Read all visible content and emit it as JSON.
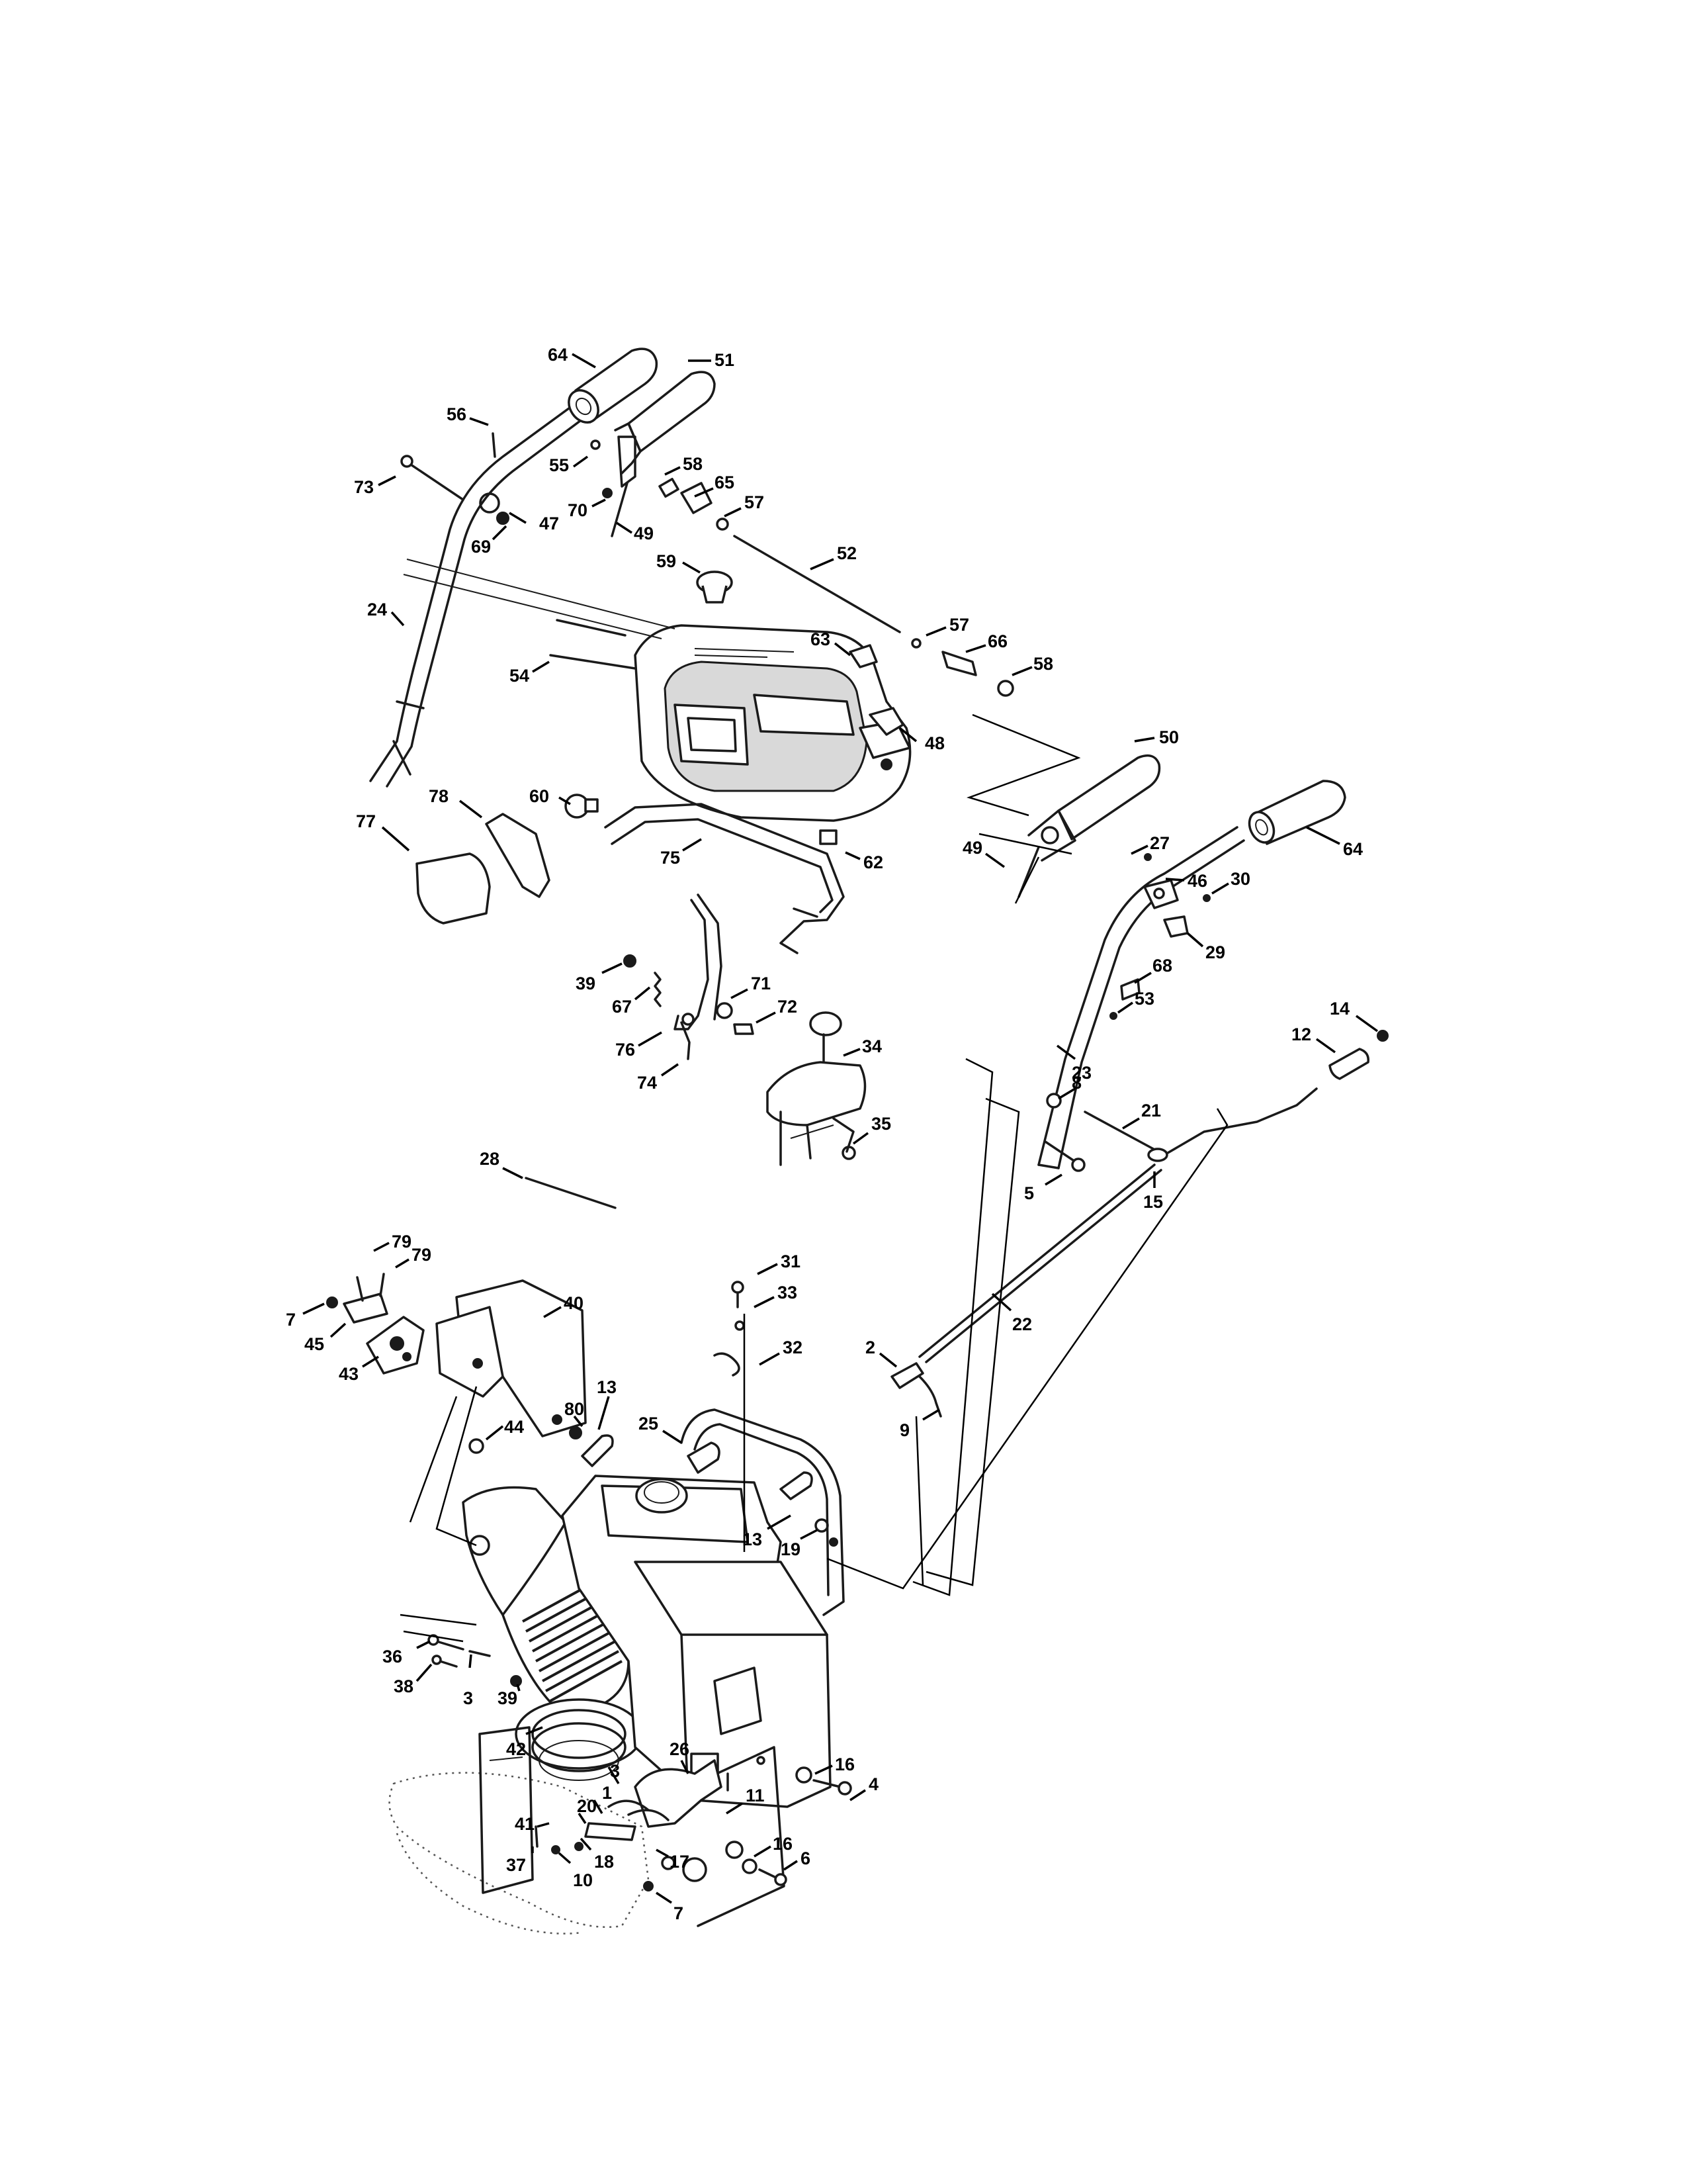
{
  "callouts": {
    "c1": "64",
    "c2": "51",
    "c3": "56",
    "c4": "73",
    "c5": "55",
    "c6": "58",
    "c7": "65",
    "c8": "57",
    "c9": "70",
    "c10": "49",
    "c11": "47",
    "c12": "69",
    "c13": "52",
    "c14": "59",
    "c15": "24",
    "c16": "54",
    "c17": "63",
    "c18": "57",
    "c19": "66",
    "c20": "58",
    "c21": "48",
    "c22": "50",
    "c23": "60",
    "c24": "78",
    "c25": "77",
    "c26": "75",
    "c27": "62",
    "c28": "49",
    "c29": "27",
    "c30": "64",
    "c31": "46",
    "c32": "30",
    "c33": "29",
    "c34": "68",
    "c35": "53",
    "c36": "39",
    "c37": "67",
    "c38": "71",
    "c39": "72",
    "c40": "76",
    "c41": "74",
    "c42": "34",
    "c43": "35",
    "c44": "23",
    "c45": "8",
    "c46": "14",
    "c47": "12",
    "c48": "21",
    "c49": "5",
    "c50": "15",
    "c51": "28",
    "c52": "79",
    "c53": "79",
    "c54": "7",
    "c55": "45",
    "c56": "43",
    "c57": "40",
    "c58": "31",
    "c59": "33",
    "c60": "32",
    "c61": "2",
    "c62": "22",
    "c63": "80",
    "c64": "13",
    "c65": "44",
    "c66": "25",
    "c67": "9",
    "c68": "13",
    "c69": "19",
    "c70": "36",
    "c71": "38",
    "c72": "3",
    "c73": "39",
    "c74": "42",
    "c75": "3",
    "c76": "1",
    "c77": "26",
    "c78": "20",
    "c79": "11",
    "c80": "16",
    "c81": "4",
    "c82": "41",
    "c83": "37",
    "c84": "18",
    "c85": "10",
    "c86": "17",
    "c87": "16",
    "c88": "6",
    "c89": "7"
  }
}
